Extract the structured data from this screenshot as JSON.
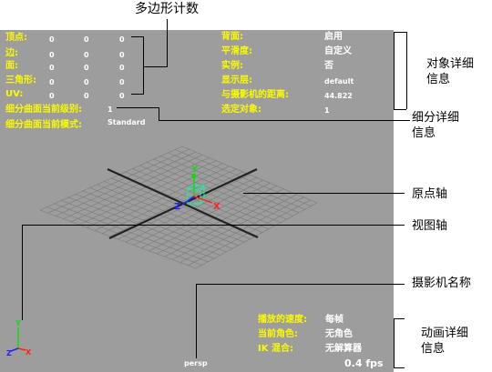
{
  "callouts": {
    "poly_count": "多边形计数",
    "object_details": "对象详细\n信息",
    "subdiv_details": "细分详细\n信息",
    "origin_axis": "原点轴",
    "view_axis": "视图轴",
    "camera_name": "摄影机名称",
    "anim_details": "动画详细\n信息"
  },
  "poly_rows": [
    {
      "label": "顶点:",
      "v1": "0",
      "v2": "0",
      "v3": "0"
    },
    {
      "label": "边:",
      "v1": "0",
      "v2": "0",
      "v3": "0"
    },
    {
      "label": "面:",
      "v1": "0",
      "v2": "0",
      "v3": "0"
    },
    {
      "label": "三角形:",
      "v1": "0",
      "v2": "0",
      "v3": "0"
    },
    {
      "label": "UV:",
      "v1": "0",
      "v2": "0",
      "v3": "0"
    }
  ],
  "subdiv": {
    "level_label": "细分曲面当前级别:",
    "level_value": "1",
    "mode_label": "细分曲面当前模式:",
    "mode_value": "Standard"
  },
  "object_info": [
    {
      "label": "背面:",
      "value": "启用"
    },
    {
      "label": "平滑度:",
      "value": "自定义"
    },
    {
      "label": "实例:",
      "value": "否"
    },
    {
      "label": "显示层:",
      "value": "default"
    },
    {
      "label": "与摄影机的距离:",
      "value": "44.822"
    },
    {
      "label": "选定对象:",
      "value": "1"
    }
  ],
  "anim_info": [
    {
      "label": "播放的速度:",
      "value": "每帧"
    },
    {
      "label": "当前角色:",
      "value": "无角色"
    },
    {
      "label": "IK 混合:",
      "value": "无解算器"
    }
  ],
  "fps": "0.4 fps",
  "camera": "persp",
  "axis_labels": {
    "x": "X",
    "y": "Y",
    "z": "Z"
  },
  "colors": {
    "viewport_bg": "#9d9d9d",
    "hud_label": "#fafa00",
    "hud_value": "#ffffff",
    "axis_x": "#ff2020",
    "axis_y": "#20d020",
    "axis_z": "#2020ff",
    "selected": "#00ff99"
  }
}
